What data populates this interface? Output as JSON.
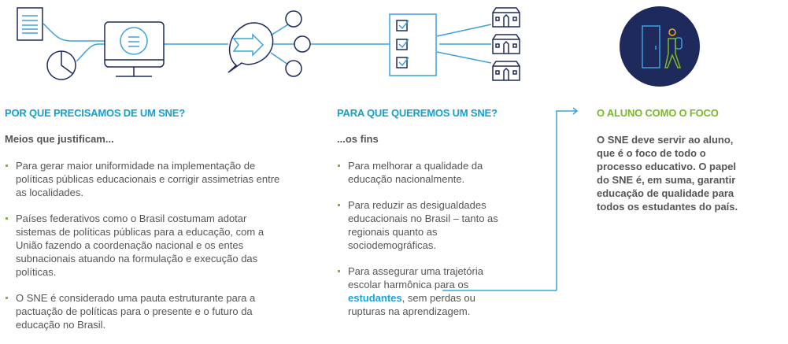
{
  "colors": {
    "heading_blue": "#13a0cf",
    "heading_green": "#7ab929",
    "navy": "#1f2a5c",
    "line_blue": "#3fa0dc",
    "text": "#555555"
  },
  "icons": [
    "document-icon",
    "pie-chart-icon",
    "monitor-sync-icon",
    "speech-arrow-icon",
    "network-nodes-icon",
    "checklist-icon",
    "school-icon",
    "student-door-icon"
  ],
  "col1": {
    "title": "POR QUE PRECISAMOS DE UM SNE?",
    "subtitle": "Meios que justificam...",
    "bullets": [
      "Para gerar maior uniformidade na implementação de políticas públicas educacionais e corrigir assimetrias entre as localidades.",
      "Países federativos como o Brasil costumam adotar sistemas de políticas públicas para a educação, com a União fazendo a coordenação nacional e os entes subnacionais atuando na formulação e execução das políticas.",
      "O SNE é considerado uma pauta estruturante para a pactuação de políticas para o presente e o futuro da educação no Brasil."
    ]
  },
  "col2": {
    "title": "PARA QUE QUEREMOS UM SNE?",
    "subtitle": "...os fins",
    "bullets": [
      "Para melhorar a qualidade da educação nacionalmente.",
      "Para reduzir as desigualdades educacionais no Brasil – tanto as regionais quanto as sociodemográficas."
    ],
    "bullet3_before": "Para assegurar uma trajetória escolar harmônica para os ",
    "bullet3_highlight": "estudantes",
    "bullet3_after": ", sem perdas ou rupturas na aprendizagem."
  },
  "col3": {
    "title": "O ALUNO COMO O FOCO",
    "text": "O SNE deve servir ao aluno, que é o foco de todo o processo educativo. O papel do SNE é, em suma, garantir educação de qualidade para todos os estudantes do país."
  }
}
